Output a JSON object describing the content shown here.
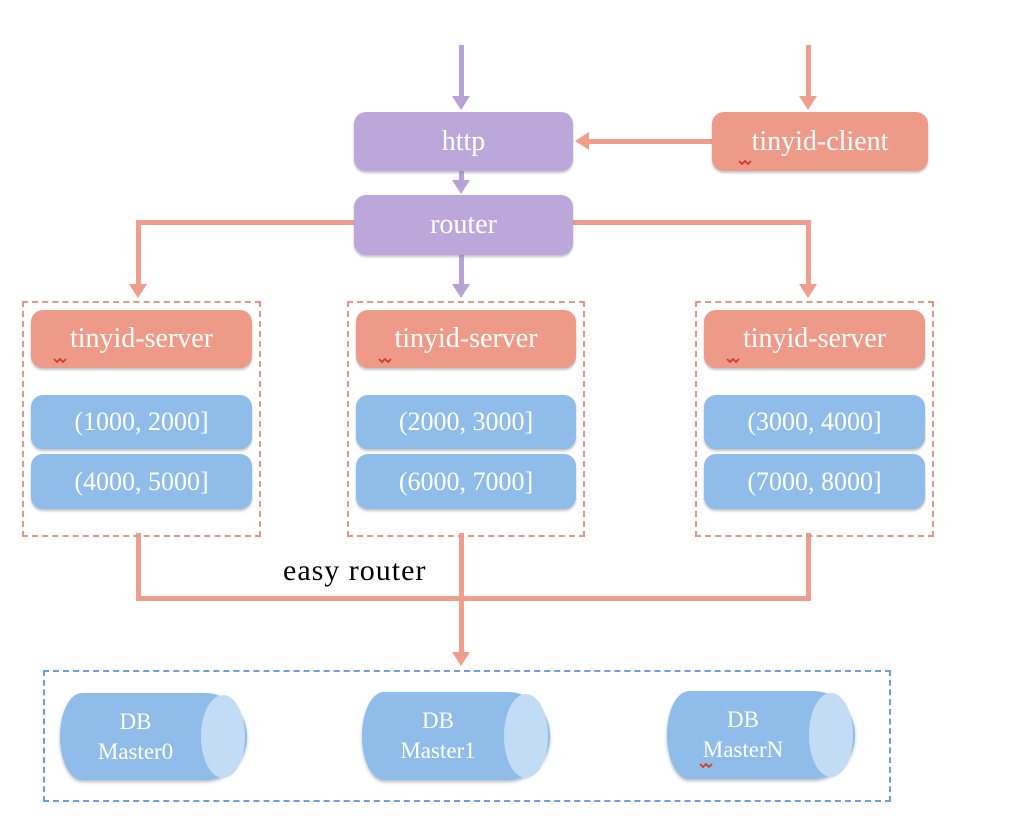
{
  "nodes": {
    "http": "http",
    "router": "router",
    "client": "tinyid-client"
  },
  "server_groups": [
    {
      "title": "tinyid-server",
      "ranges": [
        "(1000, 2000]",
        "(4000, 5000]"
      ]
    },
    {
      "title": "tinyid-server",
      "ranges": [
        "(2000, 3000]",
        "(6000, 7000]"
      ]
    },
    {
      "title": "tinyid-server",
      "ranges": [
        "(3000, 4000]",
        "(7000, 8000]"
      ]
    }
  ],
  "easy_router_label": "easy router",
  "databases": [
    {
      "line1": "DB",
      "line2": "Master0"
    },
    {
      "line1": "DB",
      "line2": "Master1"
    },
    {
      "line1": "DB",
      "line2": "MasterN"
    }
  ],
  "colors": {
    "node_purple": "#bca7db",
    "node_salmon": "#ee9a89",
    "node_blue": "#90bce9",
    "cylinder_cap": "#c3dcf6",
    "line_salmon": "#ef9d8d",
    "line_purple": "#b7a2d8",
    "group_dash": "#e1998c",
    "db_dash": "#6d9de3",
    "squiggle_red": "#d23b2a",
    "text_white": "#ffffff",
    "label_black": "#000000"
  }
}
